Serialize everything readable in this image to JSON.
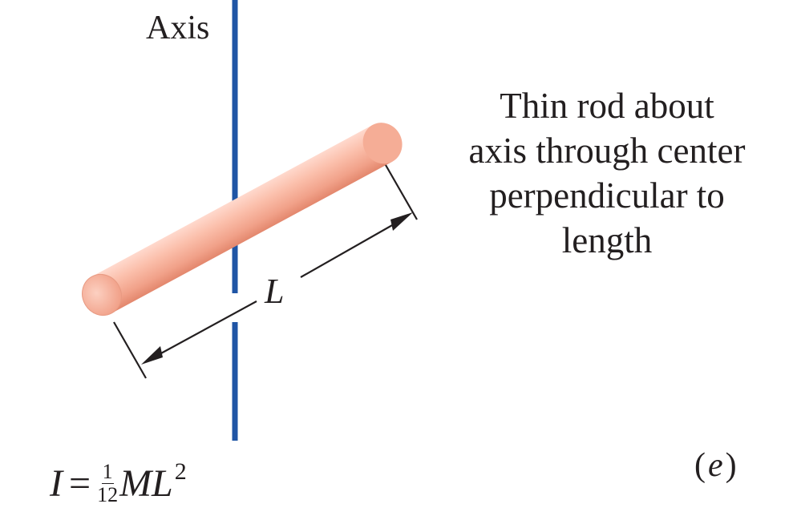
{
  "axis_label": "Axis",
  "description_lines": [
    "Thin rod about",
    "axis through center",
    "perpendicular to",
    "length"
  ],
  "dimension_label": "L",
  "formula": {
    "lhs": "I",
    "eq": "=",
    "numerator": "1",
    "denominator": "12",
    "mass": "M",
    "length": "L",
    "exponent": "2"
  },
  "panel": {
    "open": "(",
    "letter": "e",
    "close": ")"
  },
  "colors": {
    "axis": "#1f55a5",
    "rod_light": "#ffd9cd",
    "rod_mid": "#f3a58d",
    "rod_dark": "#e07f66",
    "ink": "#231f20"
  }
}
